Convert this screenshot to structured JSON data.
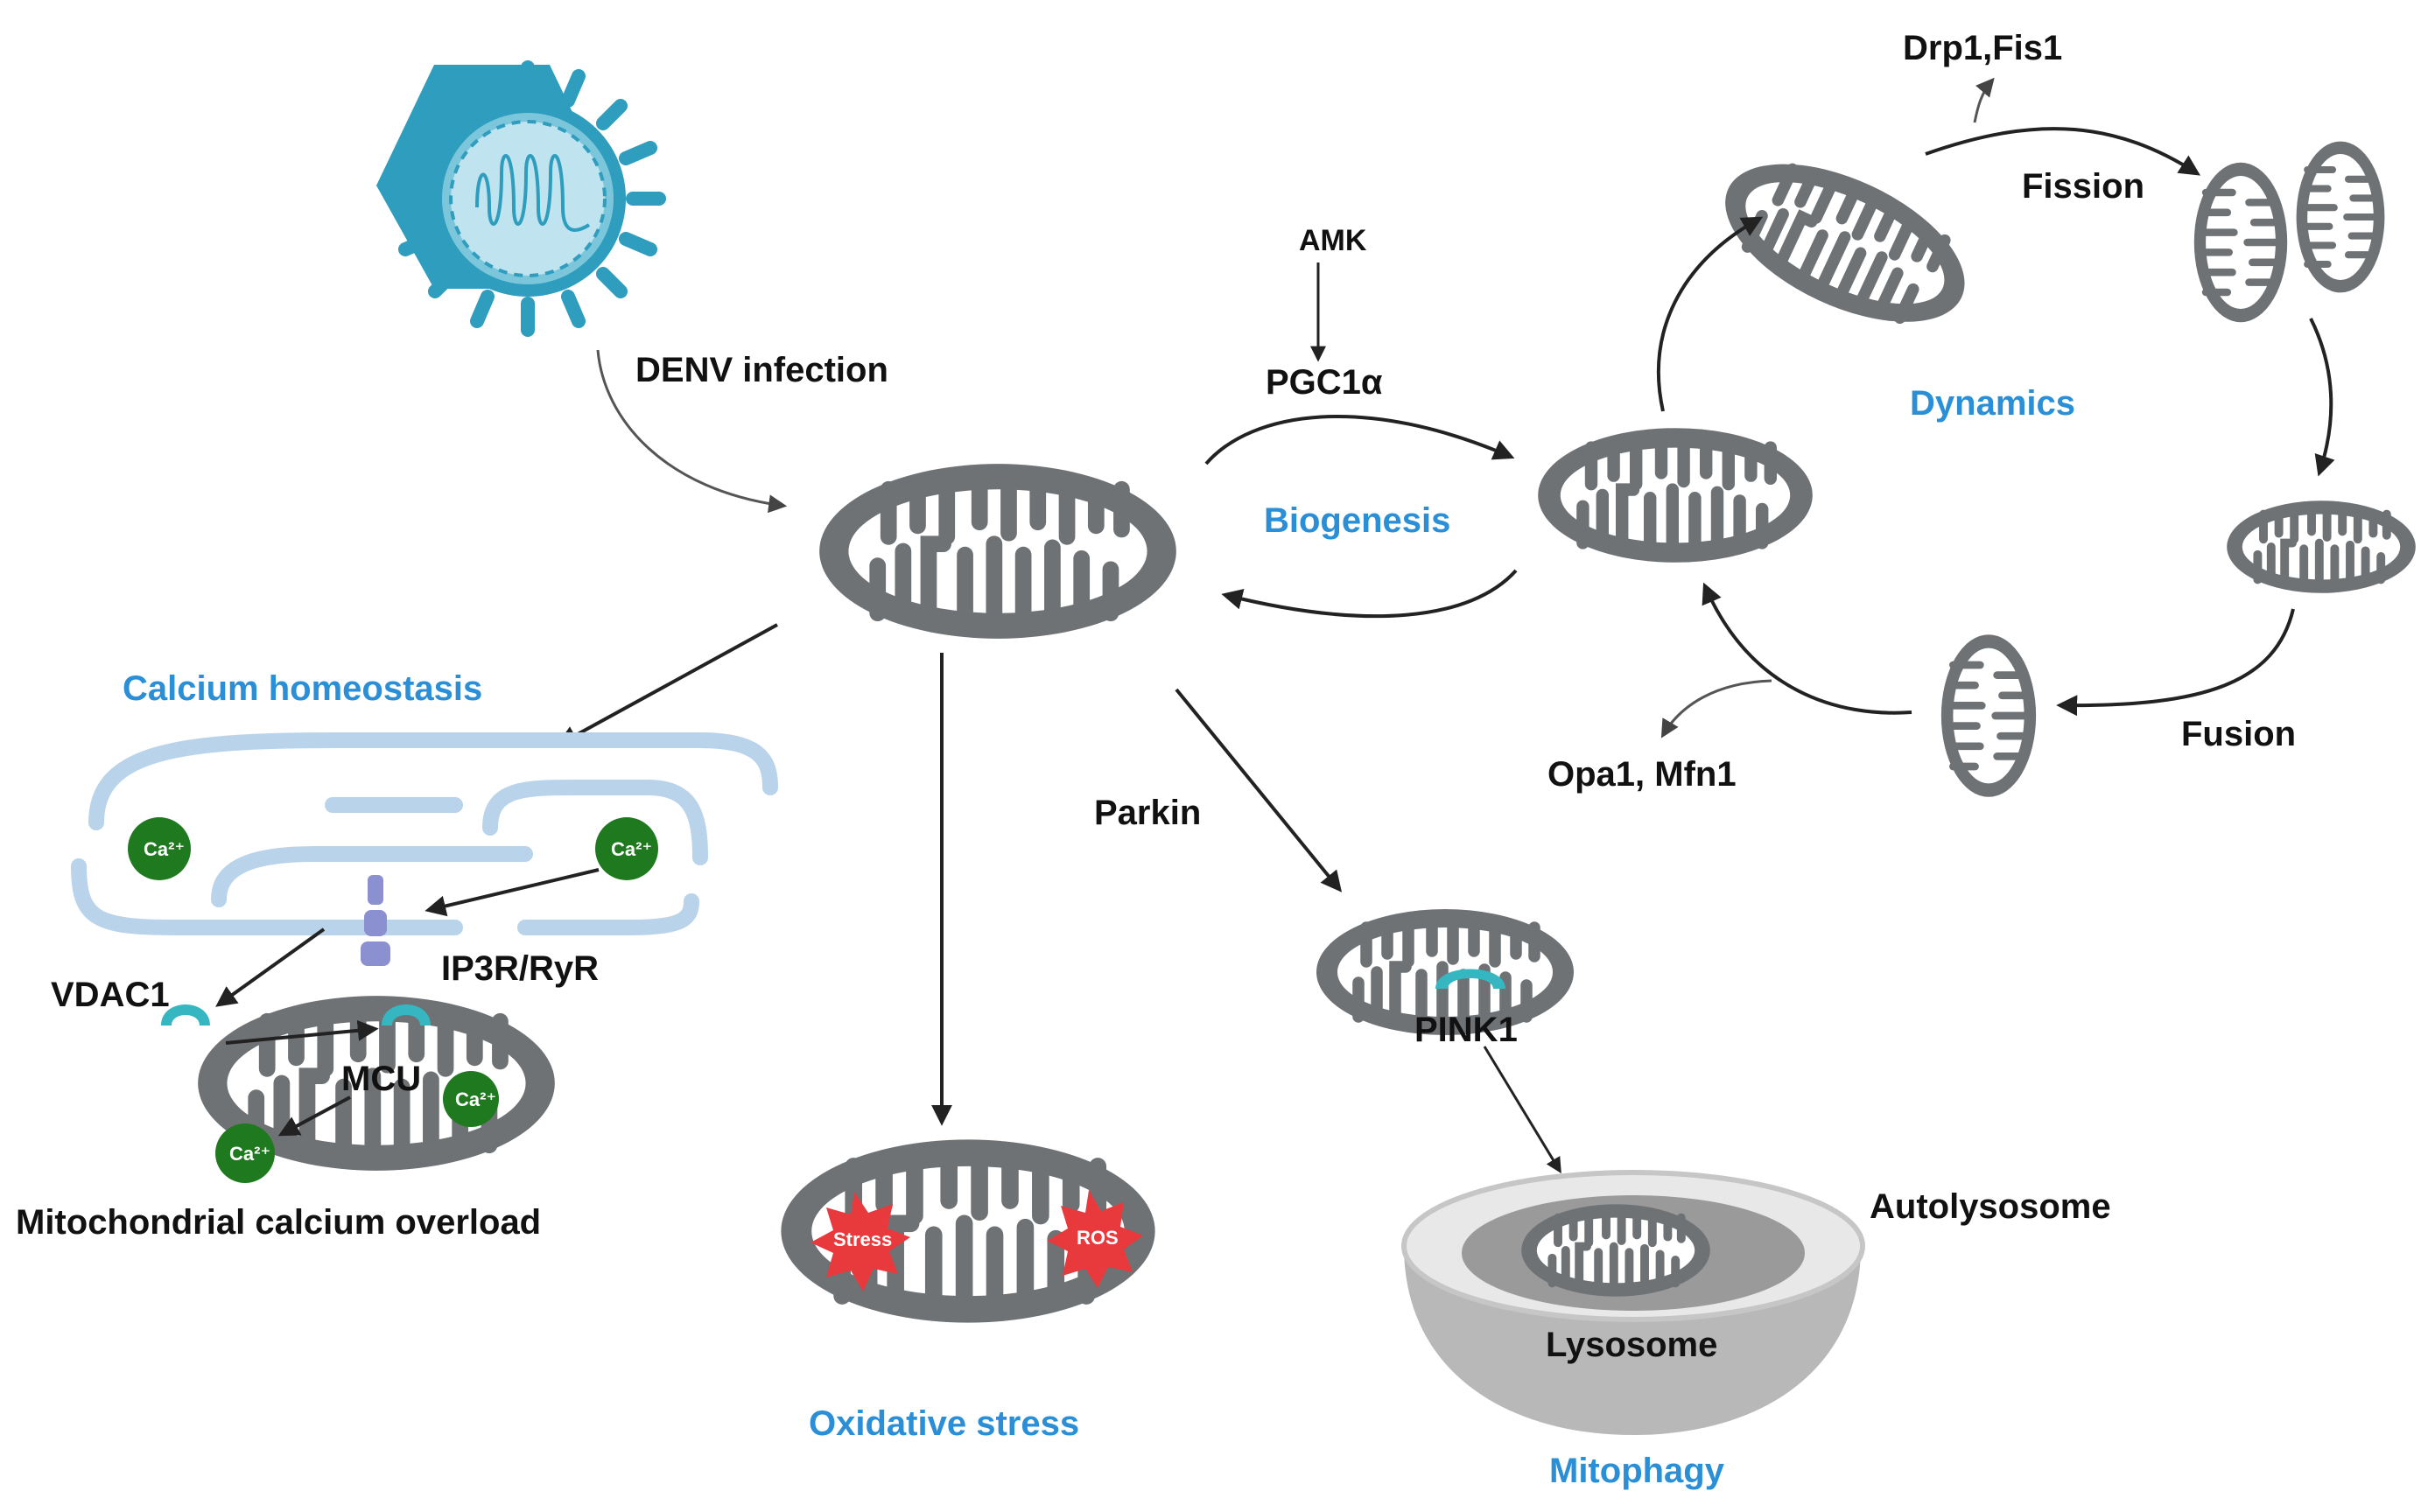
{
  "colors": {
    "accent_blue": "#2a8fd6",
    "mito_outer": "#6f7274",
    "mito_inner": "#ffffff",
    "virus": "#2f9dbd",
    "calcium": "#1f7a1f",
    "er": "#b9d4ea",
    "channel": "#36b6c0",
    "stress": "#e8393d",
    "receptor": "#8a90d0",
    "lysosome": "#d4d4d4"
  },
  "labels": {
    "denv_infection": "DENV infection",
    "amk": "AMK",
    "pgc1a": "PGC1α",
    "biogenesis": "Biogenesis",
    "drp1_fis1": "Drp1,Fis1",
    "fission": "Fission",
    "dynamics": "Dynamics",
    "fusion": "Fusion",
    "opa1_mfn1": "Opa1, Mfn1",
    "calcium_homeostasis": "Calcium homeostasis",
    "ip3r_ryr": "IP3R/RyR",
    "vdac1": "VDAC1",
    "mcu": "MCU",
    "calcium_overload": "Mitochondrial calcium overload",
    "oxidative_stress": "Oxidative stress",
    "stress_badge": "Stress",
    "ros_badge": "ROS",
    "parkin": "Parkin",
    "pink1": "PINK1",
    "autolysosome": "Autolysosome",
    "lysosome": "Lysosome",
    "mitophagy": "Mitophagy",
    "ca_ion": "Ca²⁺"
  },
  "icons": [
    "virus-icon",
    "mitochondrion-icon",
    "endoplasmic-reticulum-icon",
    "calcium-ion-icon",
    "receptor-icon",
    "channel-icon",
    "stress-burst-icon",
    "lysosome-icon"
  ]
}
